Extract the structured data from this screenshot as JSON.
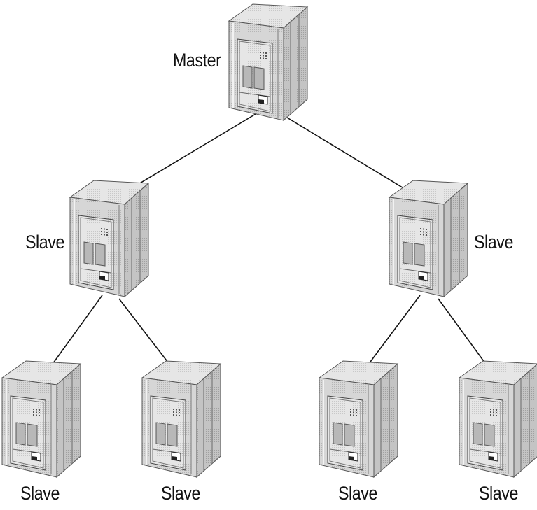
{
  "diagram": {
    "nodes": [
      {
        "id": "master",
        "label": "Master",
        "role": "master"
      },
      {
        "id": "slave-l",
        "label": "Slave",
        "role": "slave"
      },
      {
        "id": "slave-r",
        "label": "Slave",
        "role": "slave"
      },
      {
        "id": "slave-ll",
        "label": "Slave",
        "role": "slave"
      },
      {
        "id": "slave-lr",
        "label": "Slave",
        "role": "slave"
      },
      {
        "id": "slave-rl",
        "label": "Slave",
        "role": "slave"
      },
      {
        "id": "slave-rr",
        "label": "Slave",
        "role": "slave"
      }
    ],
    "edges": [
      {
        "from": "master",
        "to": "slave-l"
      },
      {
        "from": "master",
        "to": "slave-r"
      },
      {
        "from": "slave-l",
        "to": "slave-ll"
      },
      {
        "from": "slave-l",
        "to": "slave-lr"
      },
      {
        "from": "slave-r",
        "to": "slave-rl"
      },
      {
        "from": "slave-r",
        "to": "slave-rr"
      }
    ],
    "icon": "server-icon",
    "colors": {
      "arrow": "#111111",
      "server_face": "#d4d4d4",
      "server_side": "#c2c2c2",
      "server_top": "#e2e2e2"
    }
  }
}
